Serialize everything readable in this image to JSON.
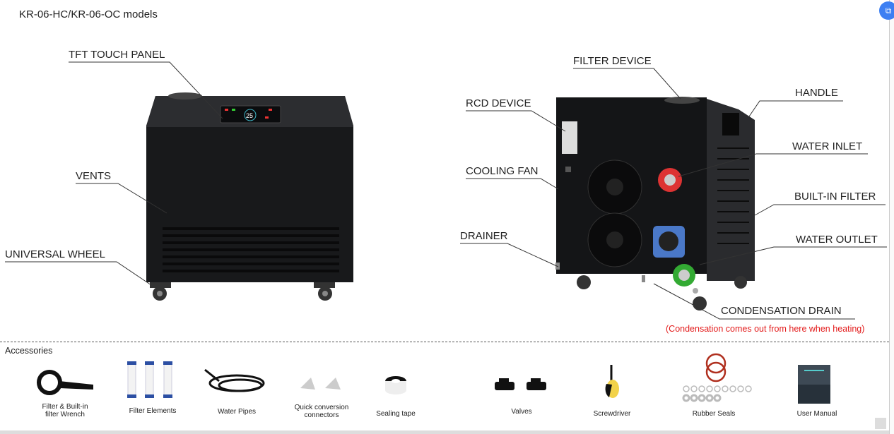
{
  "title": "KR-06-HC/KR-06-OC models",
  "front_labels": {
    "tft_touch_panel": "TFT TOUCH PANEL",
    "vents": "VENTS",
    "universal_wheel": "UNIVERSAL WHEEL",
    "display_value": "25"
  },
  "back_labels": {
    "filter_device": "FILTER DEVICE",
    "rcd_device": "RCD DEVICE",
    "handle": "HANDLE",
    "water_inlet": "WATER INLET",
    "cooling_fan": "COOLING FAN",
    "built_in_filter": "BUILT-IN FILTER",
    "drainer": "DRAINER",
    "water_outlet": "WATER OUTLET",
    "condensation_drain": "CONDENSATION DRAIN",
    "condensation_note": "(Condensation comes out from here when heating)"
  },
  "accessories": {
    "title": "Accessories",
    "items": [
      {
        "line1": "Filter & Built-in",
        "line2": "filter Wrench"
      },
      {
        "line1": "Filter Elements",
        "line2": ""
      },
      {
        "line1": "Water Pipes",
        "line2": ""
      },
      {
        "line1": "Quick conversion",
        "line2": "connectors"
      },
      {
        "line1": "Sealing tape",
        "line2": ""
      },
      {
        "line1": "Valves",
        "line2": ""
      },
      {
        "line1": "Screwdriver",
        "line2": ""
      },
      {
        "line1": "Rubber Seals",
        "line2": ""
      },
      {
        "line1": "User Manual",
        "line2": ""
      }
    ]
  },
  "colors": {
    "note": "#e31b1b",
    "fab": "#3d7ff2"
  }
}
